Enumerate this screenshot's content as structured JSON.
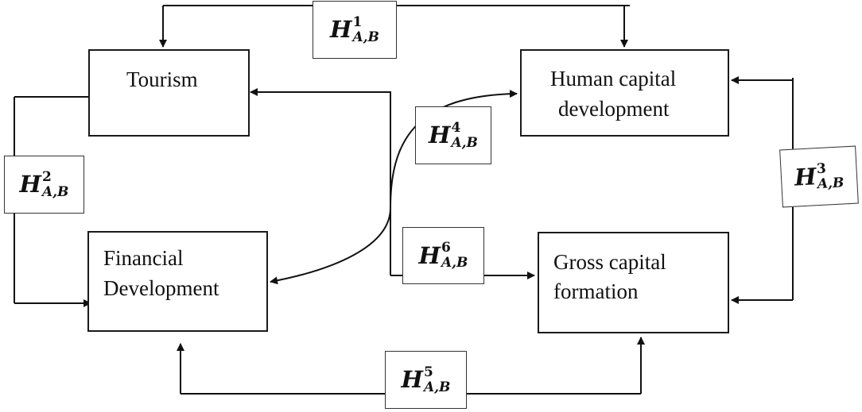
{
  "nodes": {
    "tourism": "Tourism",
    "human_capital": [
      "Human capital",
      "development"
    ],
    "financial": [
      "Financial",
      "Development"
    ],
    "gross_capital": [
      "Gross capital",
      "formation"
    ]
  },
  "hypotheses": {
    "h1": {
      "symbol": "H",
      "sup": "1",
      "sub": "A,B"
    },
    "h2": {
      "symbol": "H",
      "sup": "2",
      "sub": "A,B"
    },
    "h3": {
      "symbol": "H",
      "sup": "3",
      "sub": "A,B"
    },
    "h4": {
      "symbol": "H",
      "sup": "4",
      "sub": "A,B"
    },
    "h5": {
      "symbol": "H",
      "sup": "5",
      "sub": "A,B"
    },
    "h6": {
      "symbol": "H",
      "sup": "6",
      "sub": "A,B"
    }
  }
}
